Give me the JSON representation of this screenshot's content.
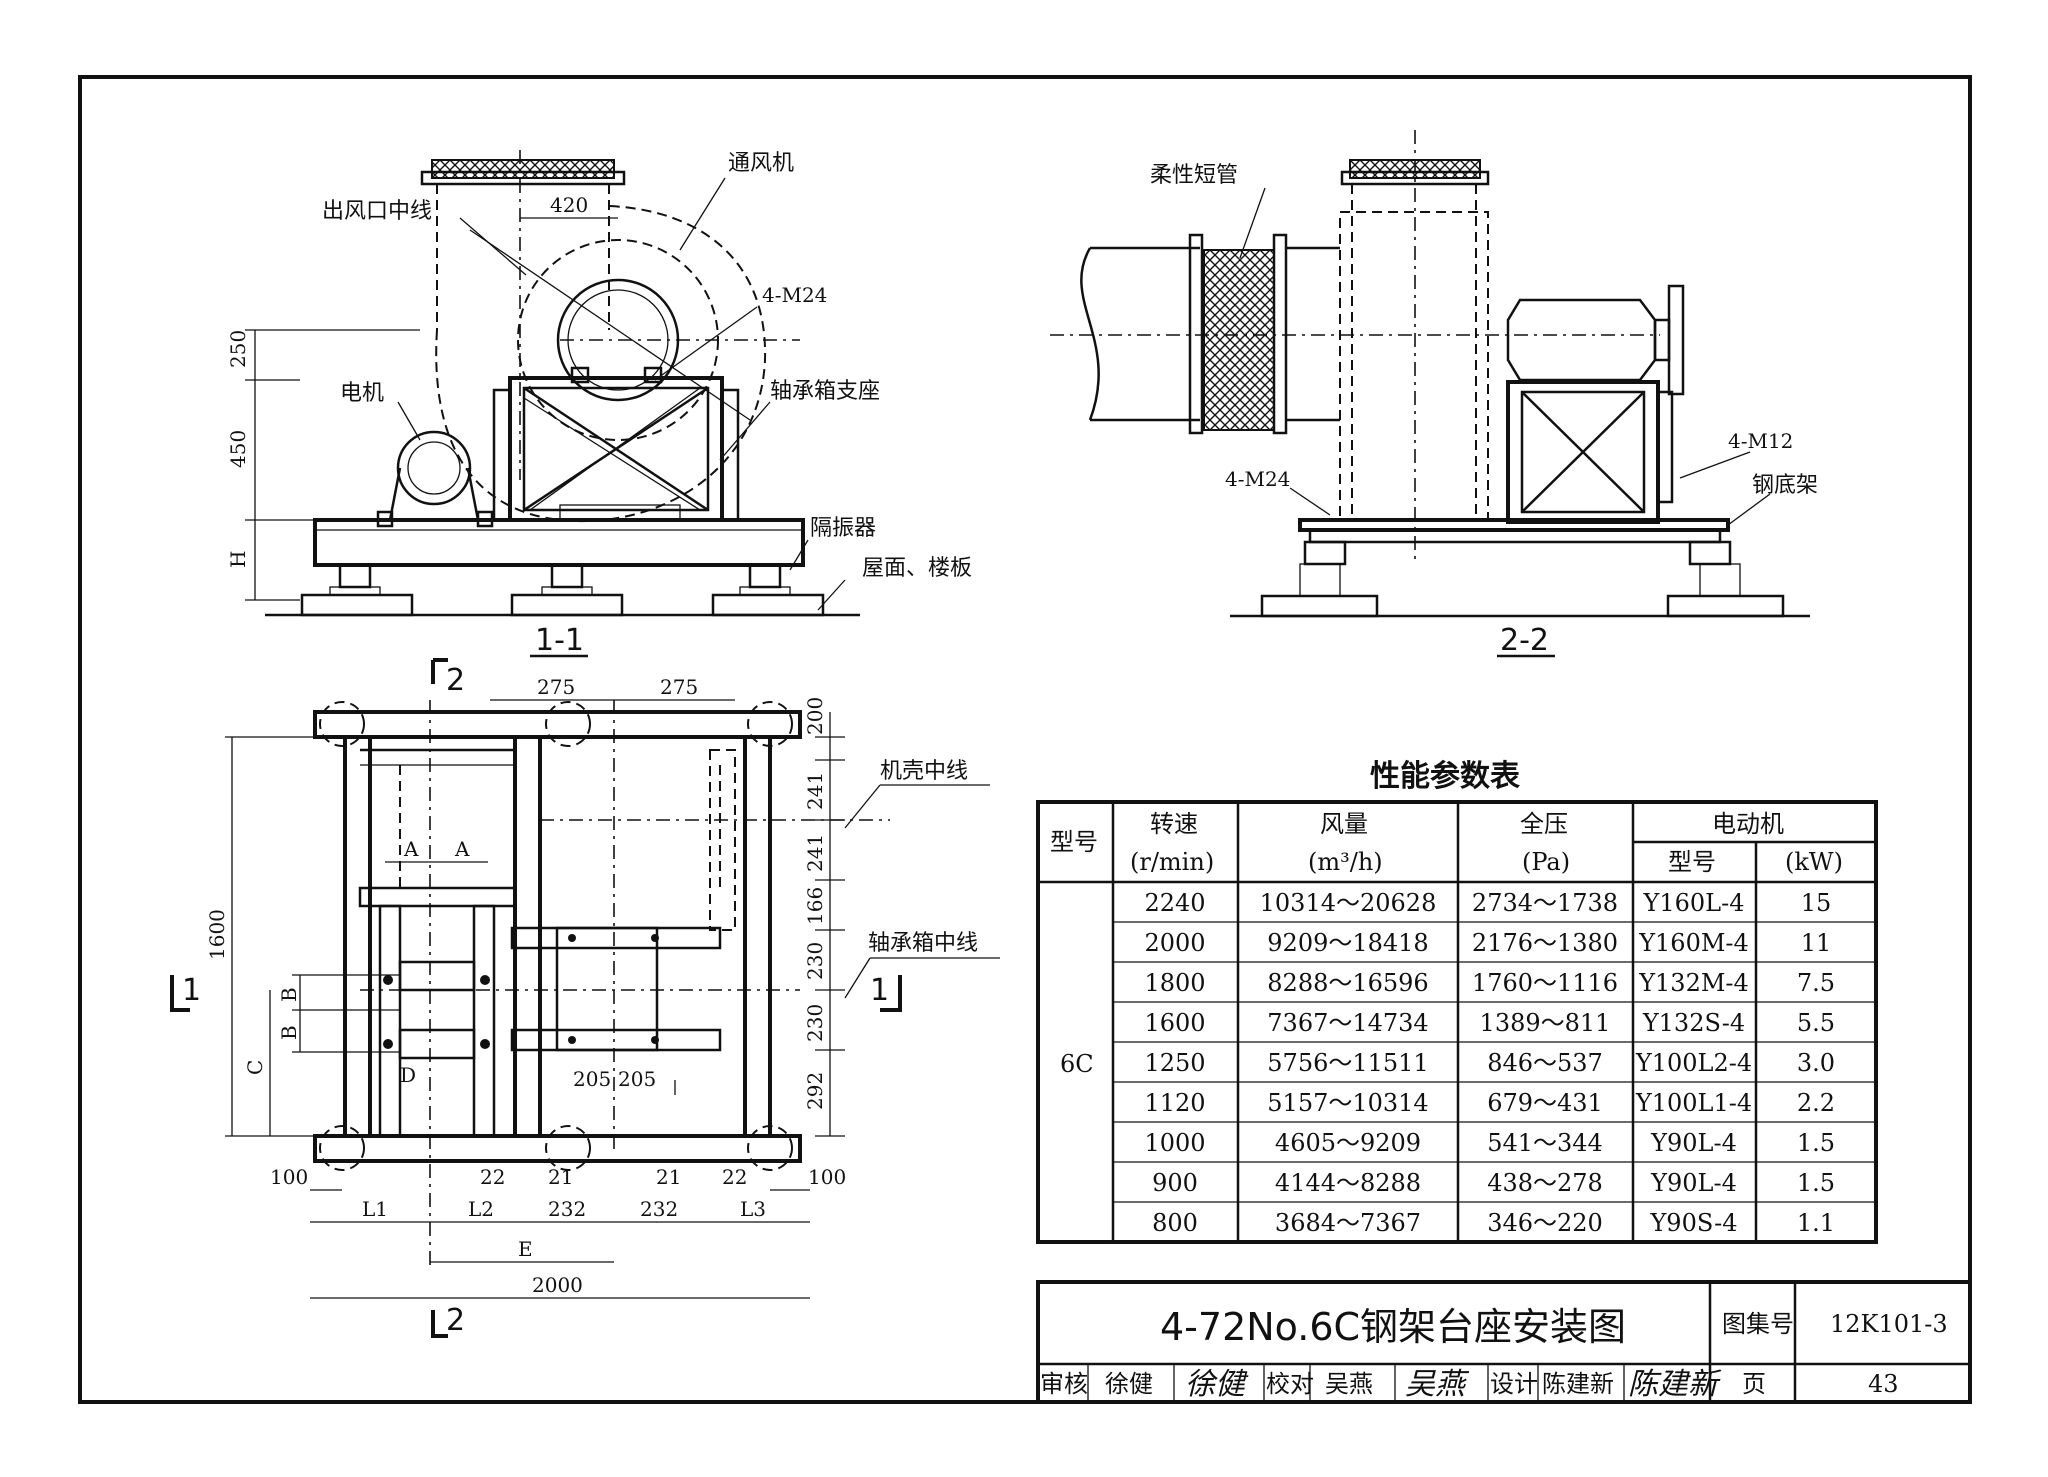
{
  "labels": {
    "fan": "通风机",
    "outlet_centerline": "出风口中线",
    "motor": "电机",
    "bearing_support": "轴承箱支座",
    "bolt_m24_a": "4-M24",
    "isolator": "隔振器",
    "roof_floor": "屋面、楼板",
    "flex_duct": "柔性短管",
    "bolt_m24_b": "4-M24",
    "bolt_m12": "4-M12",
    "steel_base": "钢底架",
    "casing_centerline": "机壳中线",
    "bearing_centerline": "轴承箱中线"
  },
  "sections": {
    "s11": "1-1",
    "s22": "2-2",
    "cut1_left": "1",
    "cut1_right": "1",
    "cut2_top": "2",
    "cut2_bottom": "2"
  },
  "dims": {
    "d420": "420",
    "d250": "250",
    "d450": "450",
    "dH": "H",
    "d275a": "275",
    "d275b": "275",
    "d200": "200",
    "d241a": "241",
    "d241b": "241",
    "d166": "166",
    "d230a": "230",
    "d230b": "230",
    "d292": "292",
    "d1600": "1600",
    "dA1": "A",
    "dA2": "A",
    "dB1": "B",
    "dB2": "B",
    "dC": "C",
    "dD": "D",
    "d205a": "205",
    "d205b": "205",
    "d100a": "100",
    "d100b": "100",
    "d22a": "22",
    "d21a": "21",
    "d21b": "21",
    "d22b": "22",
    "dL1": "L1",
    "dL2": "L2",
    "d232a": "232",
    "d232b": "232",
    "dL3": "L3",
    "dE": "E",
    "d2000": "2000"
  },
  "table": {
    "title": "性能参数表",
    "headers": {
      "model": "型号",
      "speed": "转速",
      "speed_unit": "(r/min)",
      "flow": "风量",
      "flow_unit": "(m³/h)",
      "pressure": "全压",
      "pressure_unit": "(Pa)",
      "motor": "电动机",
      "motor_model": "型号",
      "motor_power": "(kW)"
    },
    "model_value": "6C",
    "rows": [
      {
        "speed": "2240",
        "flow": "10314～20628",
        "pressure": "2734～1738",
        "motor": "Y160L-4",
        "kw": "15"
      },
      {
        "speed": "2000",
        "flow": "9209～18418",
        "pressure": "2176～1380",
        "motor": "Y160M-4",
        "kw": "11"
      },
      {
        "speed": "1800",
        "flow": "8288～16596",
        "pressure": "1760～1116",
        "motor": "Y132M-4",
        "kw": "7.5"
      },
      {
        "speed": "1600",
        "flow": "7367～14734",
        "pressure": "1389～811",
        "motor": "Y132S-4",
        "kw": "5.5"
      },
      {
        "speed": "1250",
        "flow": "5756～11511",
        "pressure": "846～537",
        "motor": "Y100L2-4",
        "kw": "3.0"
      },
      {
        "speed": "1120",
        "flow": "5157～10314",
        "pressure": "679～431",
        "motor": "Y100L1-4",
        "kw": "2.2"
      },
      {
        "speed": "1000",
        "flow": "4605～9209",
        "pressure": "541～344",
        "motor": "Y90L-4",
        "kw": "1.5"
      },
      {
        "speed": "900",
        "flow": "4144～8288",
        "pressure": "438～278",
        "motor": "Y90L-4",
        "kw": "1.5"
      },
      {
        "speed": "800",
        "flow": "3684～7367",
        "pressure": "346～220",
        "motor": "Y90S-4",
        "kw": "1.1"
      }
    ]
  },
  "title_block": {
    "title": "4-72No.6C钢架台座安装图",
    "atlas_label": "图集号",
    "atlas_no": "12K101-3",
    "review_label": "审核",
    "reviewer": "徐健",
    "reviewer_sig": "徐健",
    "check_label": "校对",
    "checker": "吴燕",
    "checker_sig": "吴燕",
    "design_label": "设计",
    "designer": "陈建新",
    "designer_sig": "陈建新",
    "page_label": "页",
    "page_no": "43"
  }
}
